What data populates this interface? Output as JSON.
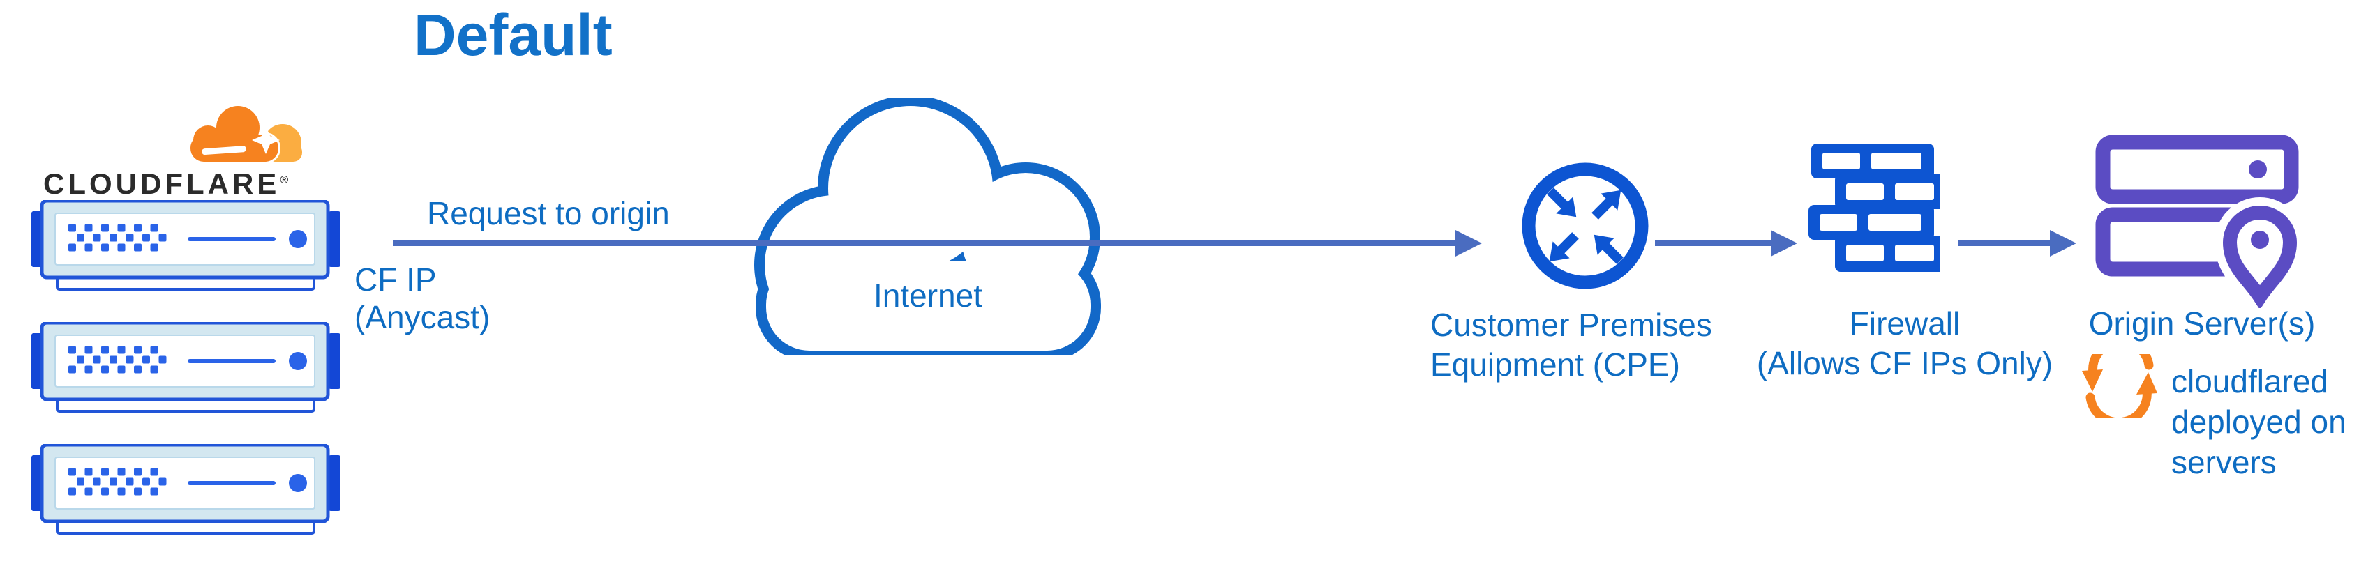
{
  "title": "Default",
  "brand": {
    "wordmark": "CLOUDFLARE",
    "registered": "®",
    "edge_server_count": 3
  },
  "labels": {
    "request": "Request to origin",
    "cf_ip": {
      "lines": [
        "CF IP",
        "(Anycast)"
      ]
    },
    "internet": "Internet",
    "cpe": {
      "lines": [
        "Customer Premises",
        "Equipment (CPE)"
      ]
    },
    "firewall": {
      "lines": [
        "Firewall",
        "(Allows CF IPs Only)"
      ]
    },
    "origin": "Origin Server(s)",
    "cloudflared": {
      "lines": [
        "cloudflared",
        "deployed on",
        "servers"
      ]
    }
  },
  "icons": {
    "logo": "cloudflare-logo",
    "edge": "edge-server-rack",
    "internet": "internet-cloud",
    "cpe": "router-crossed-arrows",
    "firewall": "brick-wall",
    "origin": "server-stack-with-location-pin",
    "cloudflared": "sync-arrows"
  },
  "colors": {
    "title_blue": "#1271c8",
    "label_blue": "#0e6cc2",
    "line_blue": "#4a6cc0",
    "icon_blue": "#0d55d2",
    "server_border_blue": "#2155d8",
    "server_fill": "#d3e7f0",
    "origin_purple": "#5b4cc3",
    "orange": "#f6821f",
    "orange_light": "#fbad41",
    "wordmark_dark": "#2b2b2b"
  }
}
